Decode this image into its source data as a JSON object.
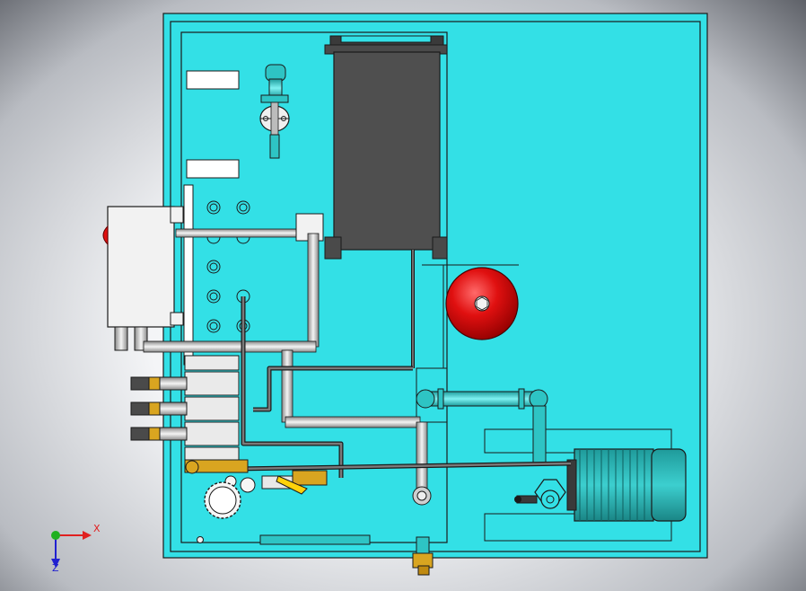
{
  "triad": {
    "x_label": "X",
    "z_label": "Z",
    "x_color": "#e02020",
    "y_color": "#20b020",
    "z_color": "#2020d0"
  },
  "colors": {
    "tank": "#33e0e6",
    "outline": "#1a1a1a",
    "filter": "#4f4f4f",
    "accumulator": "#e01010",
    "motor": "#2bb6b6",
    "pipe": "#d9d9d9",
    "terminal_box": "#f2f2f2",
    "brass": "#d9a520"
  },
  "components": {
    "tank": "hydraulic-tank",
    "filter": "return-filter-cartridge",
    "accumulator": "accumulator-sphere",
    "motor": "electric-motor",
    "pump": "pump-unit",
    "terminal_box": "electrical-terminal-box",
    "valve_stack": "valve-manifold-stack",
    "gauge": "pressure-gauge",
    "ball_valve": "ball-valve",
    "drain": "drain-fitting"
  }
}
